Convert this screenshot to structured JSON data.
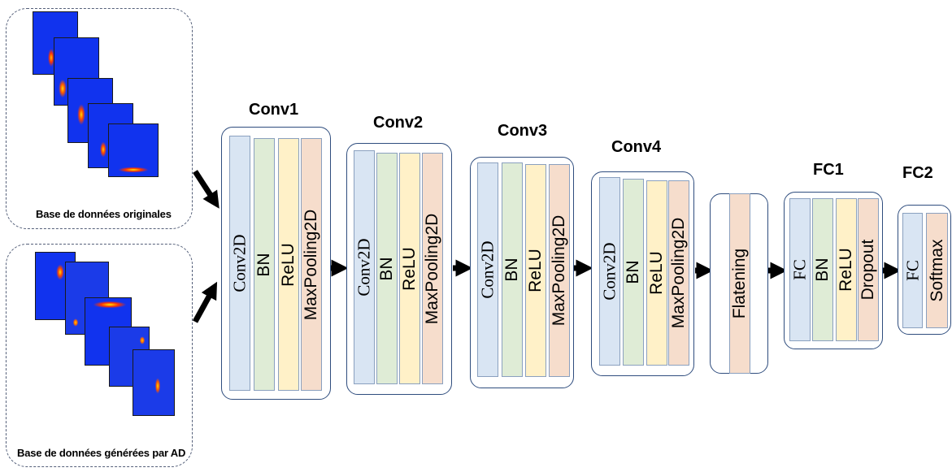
{
  "inputs": {
    "original": {
      "label": "Base de données originales"
    },
    "generated": {
      "label": "Base de données générées par AD"
    }
  },
  "blocks": {
    "conv1": {
      "title": "Conv1",
      "layers": [
        "Conv2D",
        "BN",
        "ReLU",
        "MaxPooling2D"
      ]
    },
    "conv2": {
      "title": "Conv2",
      "layers": [
        "Conv2D",
        "BN",
        "ReLU",
        "MaxPooling2D"
      ]
    },
    "conv3": {
      "title": "Conv3",
      "layers": [
        "Conv2D",
        "BN",
        "ReLU",
        "MaxPooling2D"
      ]
    },
    "conv4": {
      "title": "Conv4",
      "layers": [
        "Conv2D",
        "BN",
        "ReLU",
        "MaxPooling2D"
      ]
    },
    "flatten": {
      "layers": [
        "Flatening"
      ]
    },
    "fc1": {
      "title": "FC1",
      "layers": [
        "FC",
        "BN",
        "ReLU",
        "Dropout"
      ]
    },
    "fc2": {
      "title": "FC2",
      "layers": [
        "FC",
        "Softmax"
      ]
    }
  },
  "colors": {
    "conv": "#d9e5f3",
    "bn": "#dfecd6",
    "relu": "#fff1c8",
    "pool": "#f6ddcc",
    "block_border": "#2f4d7e",
    "arrow": "#000000"
  }
}
